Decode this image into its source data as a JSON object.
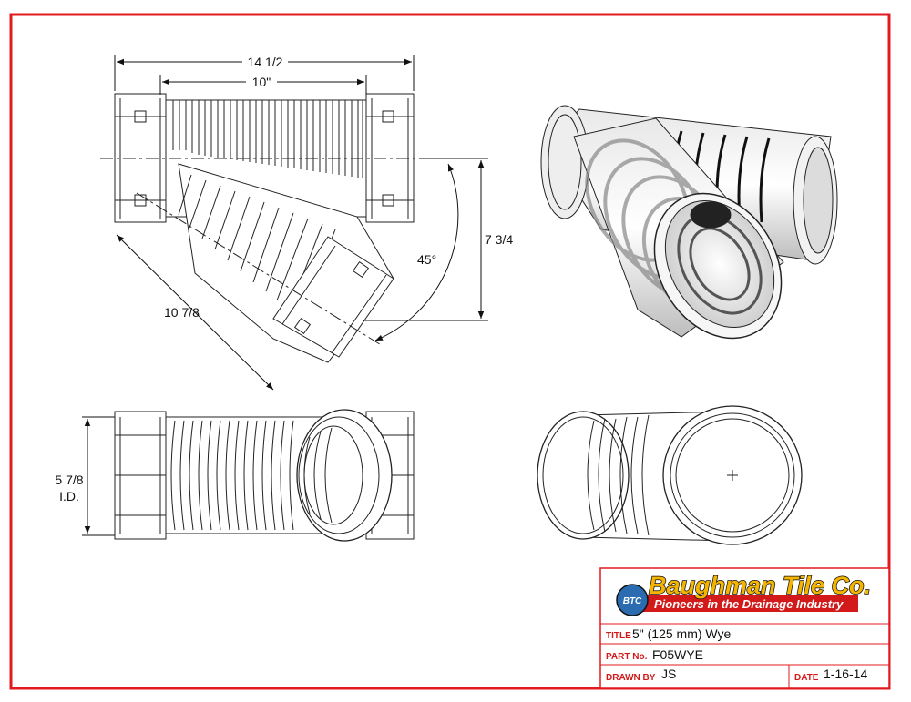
{
  "dimensions": {
    "overall_length": "14 1/2",
    "body_length": "10\"",
    "branch_length": "10 7/8",
    "height": "7 3/4",
    "angle": "45°",
    "inner_diameter": "5 7/8",
    "id_label": "I.D."
  },
  "title_block": {
    "company": "Baughman Tile Co.",
    "tagline": "Pioneers in the Drainage Industry",
    "badge": "BTC",
    "title_label": "TITLE",
    "title_value": "5\" (125 mm) Wye",
    "part_label": "PART No.",
    "part_value": "F05WYE",
    "drawn_label": "DRAWN BY",
    "drawn_value": "JS",
    "date_label": "DATE",
    "date_value": "1-16-14"
  },
  "colors": {
    "border": "#e3191f",
    "logo_gold": "#f4b400",
    "logo_red": "#d31a1a",
    "badge_blue": "#2b6cb0"
  }
}
